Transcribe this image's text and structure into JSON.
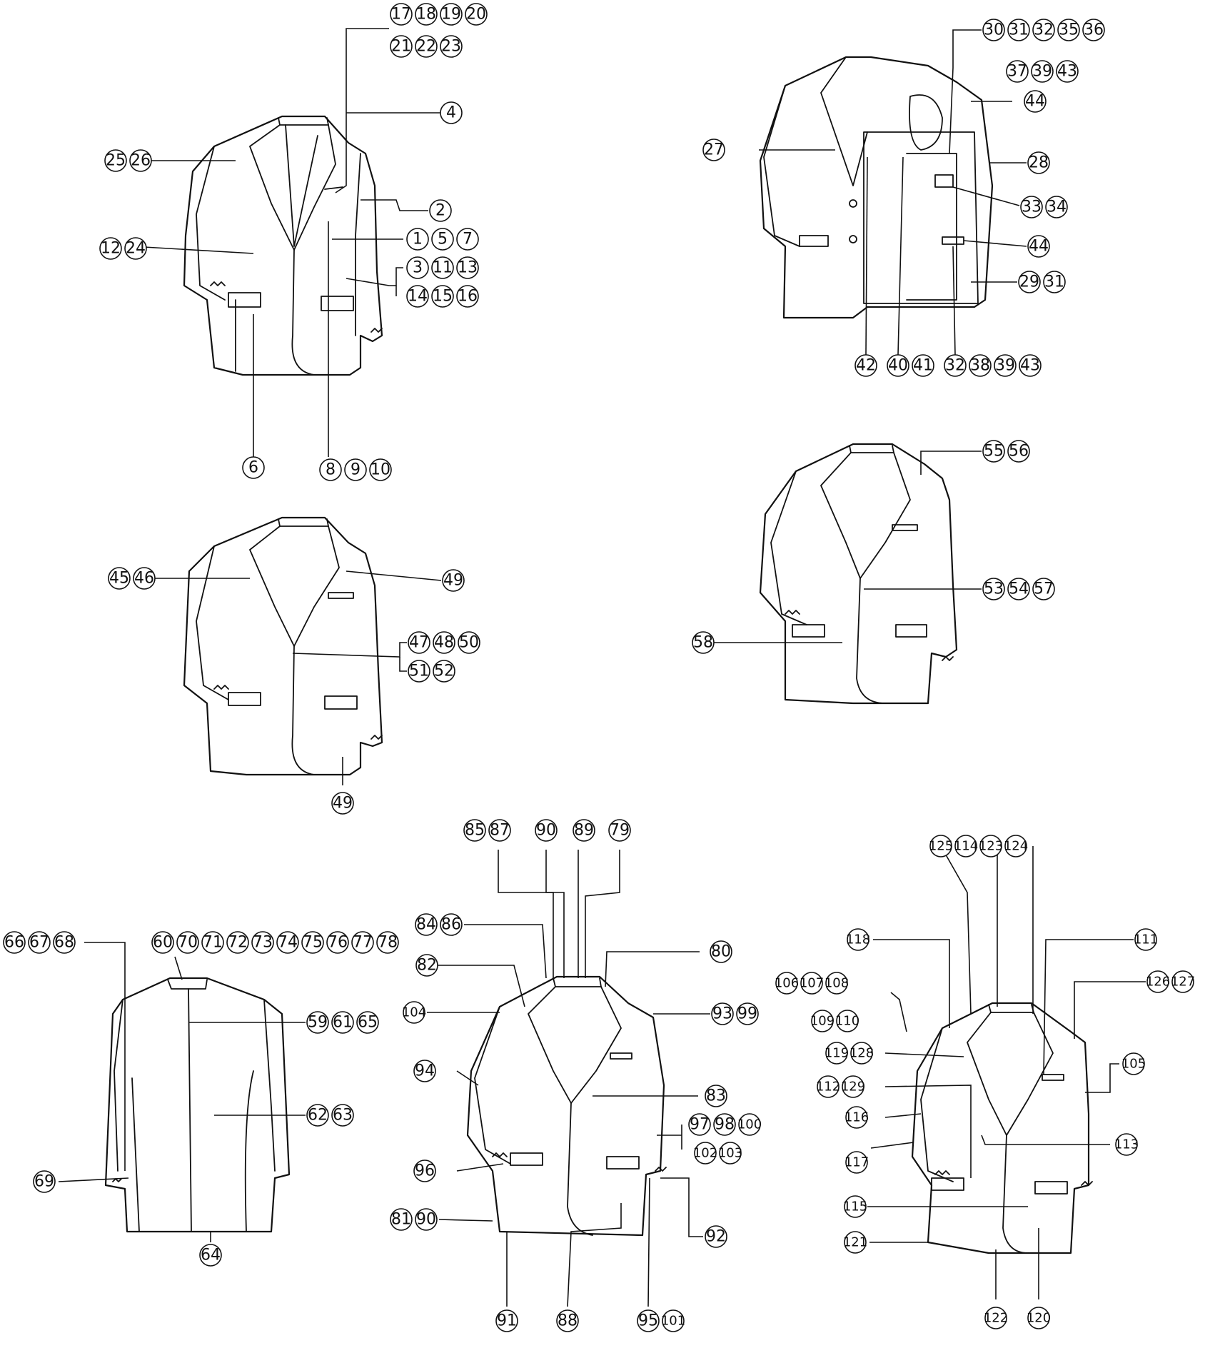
{
  "figures": [
    {
      "id": "front-jacket-1",
      "labels": [
        "17",
        "18",
        "19",
        "20",
        "21",
        "22",
        "23",
        "4",
        "25",
        "26",
        "2",
        "1",
        "5",
        "7",
        "12",
        "24",
        "3",
        "11",
        "13",
        "14",
        "15",
        "16",
        "6",
        "8",
        "9",
        "10"
      ]
    },
    {
      "id": "open-jacket-lining",
      "labels": [
        "30",
        "31",
        "32",
        "35",
        "36",
        "37",
        "39",
        "43",
        "44",
        "27",
        "28",
        "33",
        "34",
        "44",
        "29",
        "31",
        "42",
        "40",
        "41",
        "32",
        "38",
        "39",
        "43"
      ]
    },
    {
      "id": "front-jacket-2",
      "labels": [
        "49",
        "45",
        "46",
        "47",
        "48",
        "50",
        "51",
        "52",
        "49"
      ]
    },
    {
      "id": "front-jacket-3",
      "labels": [
        "55",
        "56",
        "53",
        "54",
        "57",
        "58"
      ]
    },
    {
      "id": "back-jacket",
      "labels": [
        "66",
        "67",
        "68",
        "60",
        "70",
        "71",
        "72",
        "73",
        "74",
        "75",
        "76",
        "77",
        "78",
        "59",
        "61",
        "65",
        "62",
        "63",
        "69",
        "64"
      ]
    },
    {
      "id": "front-jacket-4",
      "labels": [
        "85",
        "87",
        "90",
        "89",
        "79",
        "84",
        "86",
        "82",
        "80",
        "104",
        "93",
        "99",
        "94",
        "83",
        "97",
        "98",
        "100",
        "102",
        "103",
        "96",
        "81",
        "90",
        "92",
        "91",
        "88",
        "95",
        "101"
      ]
    },
    {
      "id": "front-jacket-5",
      "labels": [
        "125",
        "114",
        "123",
        "124",
        "118",
        "111",
        "106",
        "107",
        "108",
        "109",
        "110",
        "126",
        "127",
        "119",
        "128",
        "105",
        "112",
        "129",
        "116",
        "113",
        "117",
        "115",
        "121",
        "122",
        "120"
      ]
    }
  ]
}
